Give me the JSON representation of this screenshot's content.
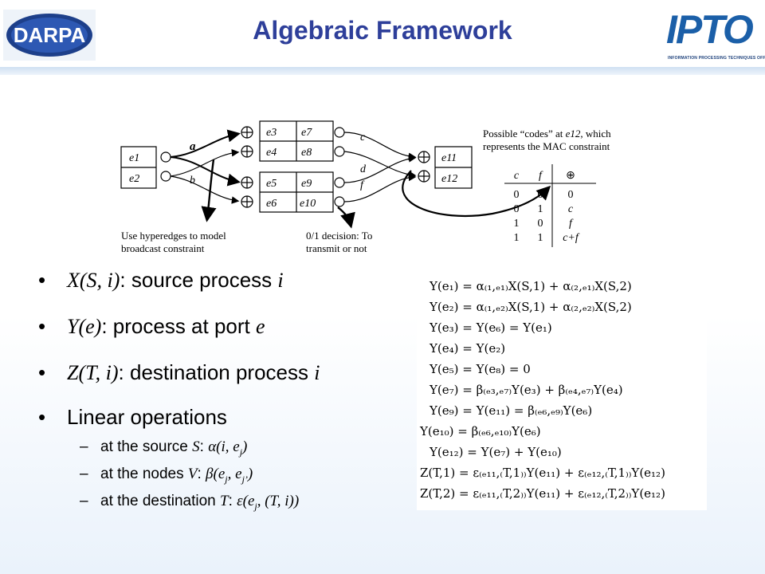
{
  "header": {
    "title": "Algebraic Framework",
    "left_logo_text": "DARPA",
    "right_logo_text": "IPTO",
    "right_logo_subtitle": "INFORMATION PROCESSING TECHNIQUES OFFICE"
  },
  "diagram": {
    "edge_a": "a",
    "edge_b": "b",
    "edge_c": "c",
    "edge_d": "d",
    "edge_f": "f",
    "e1": "e1",
    "e2": "e2",
    "e3": "e3",
    "e4": "e4",
    "e5": "e5",
    "e6": "e6",
    "e7": "e7",
    "e8": "e8",
    "e9": "e9",
    "e10": "e10",
    "e11": "e11",
    "e12": "e12",
    "note_hyperedge_1": "Use hyperedges to model",
    "note_hyperedge_2": "broadcast constraint",
    "note_decision_1": "0/1 decision: To",
    "note_decision_2": "transmit or not",
    "codes_note_1a": "Possible “codes” at",
    "codes_note_1b": "e12",
    "codes_note_1c": ", which",
    "codes_note_2": "represents the MAC constraint",
    "table_headers": [
      "c",
      "f",
      "⊕"
    ],
    "table_rows": [
      [
        "0",
        "0",
        "0"
      ],
      [
        "0",
        "1",
        "c"
      ],
      [
        "1",
        "0",
        "f"
      ],
      [
        "1",
        "1",
        "c+f"
      ]
    ]
  },
  "bullets": [
    {
      "math": "X(S, i)",
      "text": ": source process ",
      "tail": "i"
    },
    {
      "math": "Y(e)",
      "text": ": process at port ",
      "tail": "e"
    },
    {
      "math": "Z(T, i)",
      "text": ": destination process ",
      "tail": "i"
    },
    {
      "math": "",
      "text": "Linear operations",
      "tail": ""
    }
  ],
  "sub_bullets": [
    {
      "dash": "–",
      "text": "at the source ",
      "var": "S",
      "sep": ": ",
      "math": "α(i, e",
      "idx": "j",
      "end": ")"
    },
    {
      "dash": "–",
      "text": "at the nodes ",
      "var": "V",
      "sep": ": ",
      "math": "β(e",
      "idx": "j",
      "mid": ", e",
      "idx2": "j’",
      "end": ")"
    },
    {
      "dash": "–",
      "text": "at the destination ",
      "var": "T",
      "sep": ": ",
      "math": "ε(e",
      "idx": "j",
      "mid": ", (T, i))",
      "end": ""
    }
  ],
  "equations": [
    {
      "lhs": "Y(e₁)",
      "rhs": " = α₍₁,ₑ₁₎X(S,1) + α₍₂,ₑ₁₎X(S,2)"
    },
    {
      "lhs": "Y(e₂)",
      "rhs": " = α₍₁,ₑ₂₎X(S,1) + α₍₂,ₑ₂₎X(S,2)"
    },
    {
      "lhs": "Y(e₃)",
      "rhs": " = Y(e₆) = Y(e₁)"
    },
    {
      "lhs": "Y(e₄)",
      "rhs": " = Y(e₂)"
    },
    {
      "lhs": "Y(e₅)",
      "rhs": " = Y(e₈) = 0"
    },
    {
      "lhs": "Y(e₇)",
      "rhs": " = β₍ₑ₃,ₑ₇₎Y(e₃) + β₍ₑ₄,ₑ₇₎Y(e₄)"
    },
    {
      "lhs": "Y(e₉)",
      "rhs": " = Y(e₁₁) = β₍ₑ₆,ₑ₉₎Y(e₆)"
    },
    {
      "lhs": "Y(e₁₀)",
      "rhs": " = β₍ₑ₆,ₑ₁₀₎Y(e₆)"
    },
    {
      "lhs": "Y(e₁₂)",
      "rhs": " = Y(e₇) + Y(e₁₀)"
    },
    {
      "lhs": "Z(T,1)",
      "rhs": " = ε₍ₑ₁₁,₍T,1₎₎Y(e₁₁) + ε₍ₑ₁₂,₍T,1₎₎Y(e₁₂)"
    },
    {
      "lhs": "Z(T,2)",
      "rhs": " = ε₍ₑ₁₁,₍T,2₎₎Y(e₁₁) + ε₍ₑ₁₂,₍T,2₎₎Y(e₁₂)"
    }
  ]
}
